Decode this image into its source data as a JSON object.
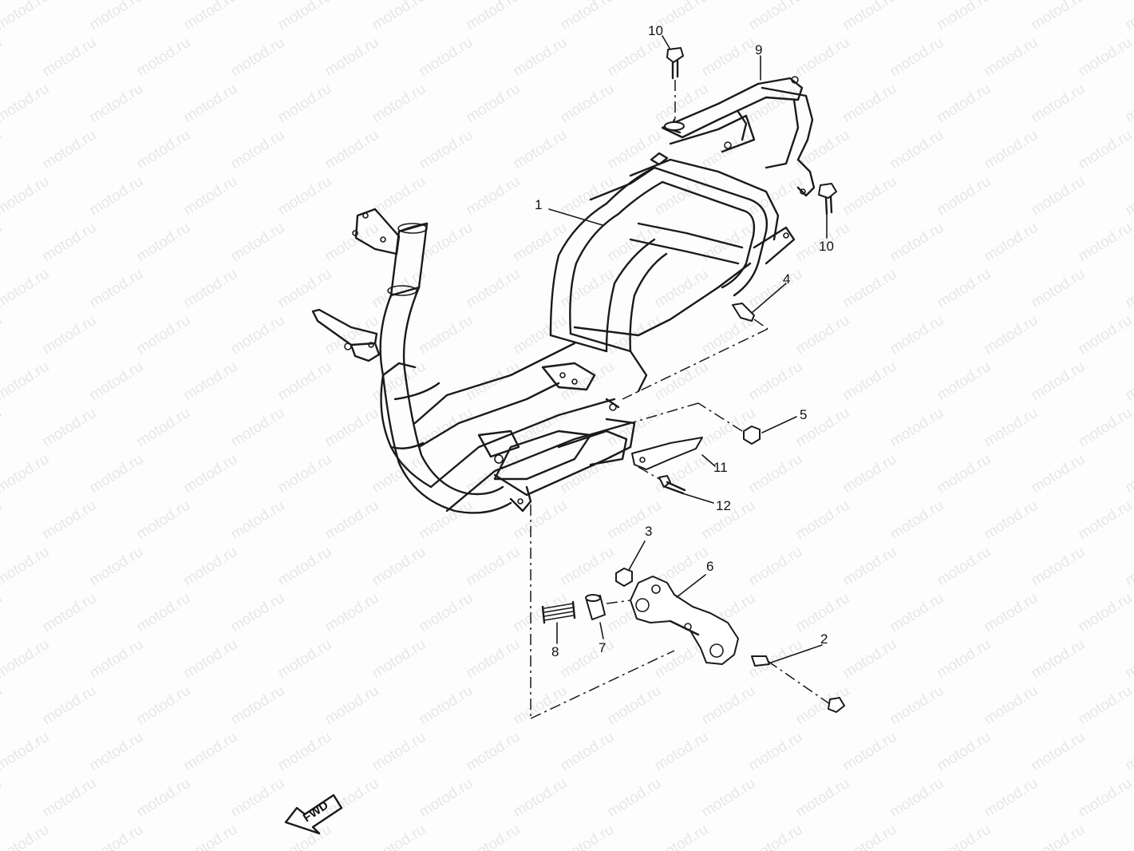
{
  "watermark": {
    "text": "motod.ru"
  },
  "callouts": [
    {
      "id": "1",
      "label": "1"
    },
    {
      "id": "2",
      "label": "2"
    },
    {
      "id": "3",
      "label": "3"
    },
    {
      "id": "4",
      "label": "4"
    },
    {
      "id": "5",
      "label": "5"
    },
    {
      "id": "6",
      "label": "6"
    },
    {
      "id": "7",
      "label": "7"
    },
    {
      "id": "8",
      "label": "8"
    },
    {
      "id": "9",
      "label": "9"
    },
    {
      "id": "10a",
      "label": "10"
    },
    {
      "id": "10b",
      "label": "10"
    },
    {
      "id": "11",
      "label": "11"
    },
    {
      "id": "12",
      "label": "12"
    }
  ],
  "fwd_indicator": {
    "label": "FWD"
  }
}
